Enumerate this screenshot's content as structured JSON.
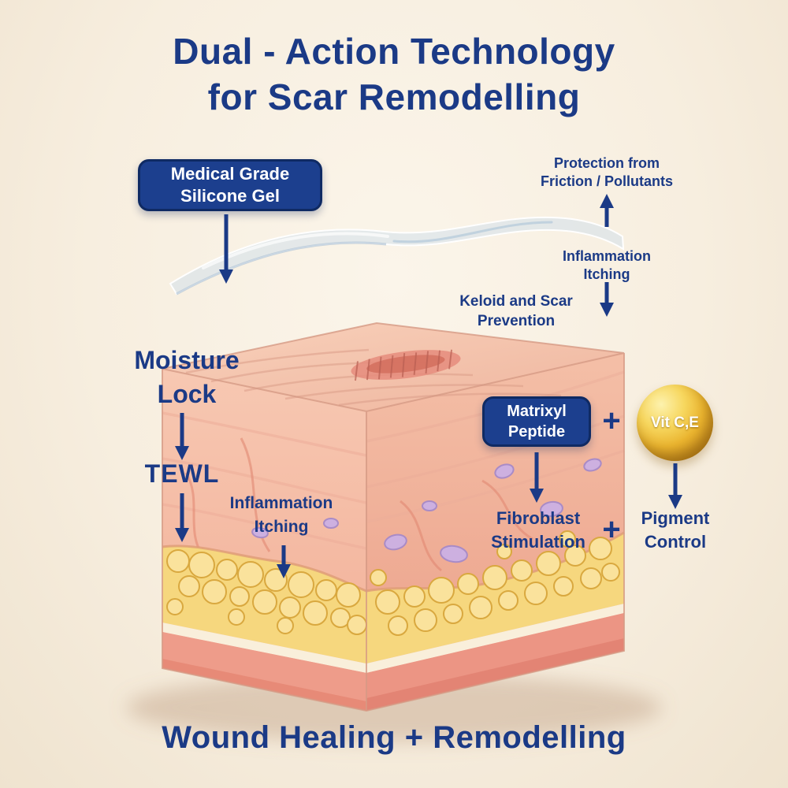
{
  "colors": {
    "navy": "#1b3a86",
    "badge_blue": "#1c3f8e",
    "gold": "#e9b63c",
    "background": "#f7eedf",
    "skin_pink": "#f5c2ac",
    "fat_yellow": "#f6d77e"
  },
  "title": {
    "line1": "Dual - Action Technology",
    "line2": "for Scar Remodelling"
  },
  "silicone_badge": {
    "line1": "Medical Grade",
    "line2": "Silicone Gel"
  },
  "labels": {
    "protection": {
      "line1": "Protection from",
      "line2": "Friction / Pollutants"
    },
    "inflammation_right": {
      "line1": "Inflammation",
      "line2": "Itching"
    },
    "keloid": {
      "line1": "Keloid and Scar",
      "line2": "Prevention"
    },
    "moisture": {
      "line1": "Moisture",
      "line2": "Lock"
    },
    "tewl": "TEWL",
    "inflammation_left": {
      "line1": "Inflammation",
      "line2": "Itching"
    },
    "matrixyl": {
      "line1": "Matrixyl",
      "line2": "Peptide"
    },
    "vitamins": "Vit C,E",
    "fibroblast": {
      "line1": "Fibroblast",
      "line2": "Stimulation"
    },
    "pigment": {
      "line1": "Pigment",
      "line2": "Control"
    },
    "plus_top": "+",
    "plus_bottom": "+"
  },
  "footer": "Wound Healing + Remodelling"
}
